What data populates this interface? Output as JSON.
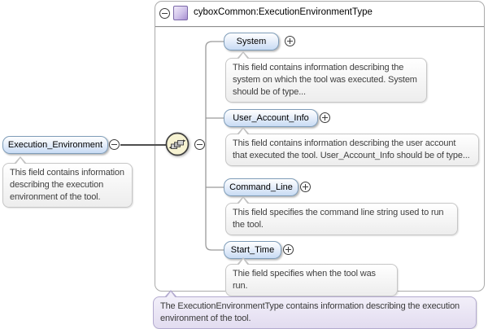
{
  "diagram": {
    "root": {
      "label": "Execution_Environment",
      "doc": "This field contains information describing the execution environment of the tool."
    },
    "type": {
      "name": "cyboxCommon:ExecutionEnvironmentType",
      "doc": "The ExecutionEnvironmentType contains information describing the execution environment of the tool."
    },
    "children": [
      {
        "label": "System",
        "doc": "This field contains information describing the system on which the tool was executed. System should be of type..."
      },
      {
        "label": "User_Account_Info",
        "doc": "This field contains information describing the user account that executed the tool. User_Account_Info should be of type..."
      },
      {
        "label": "Command_Line",
        "doc": "This field specifies the command line string used to run the tool."
      },
      {
        "label": "Start_Time",
        "doc": "Thie field specifies when the tool was run."
      }
    ],
    "icons": {
      "sequence": "sequence-indicator",
      "complex_type": "complex-type-square",
      "collapse": "minus",
      "expand": "plus"
    },
    "colors": {
      "pill_border": "#7f9db9",
      "pill_fill": "#c8dbf4",
      "tooltip_border": "#c6c6c6",
      "type_doc_fill": "#e9e3f4",
      "sequence_fill": "#f7f3d2",
      "connector_dark": "#4f4f4f",
      "connector_light": "#9a9a9a"
    }
  }
}
